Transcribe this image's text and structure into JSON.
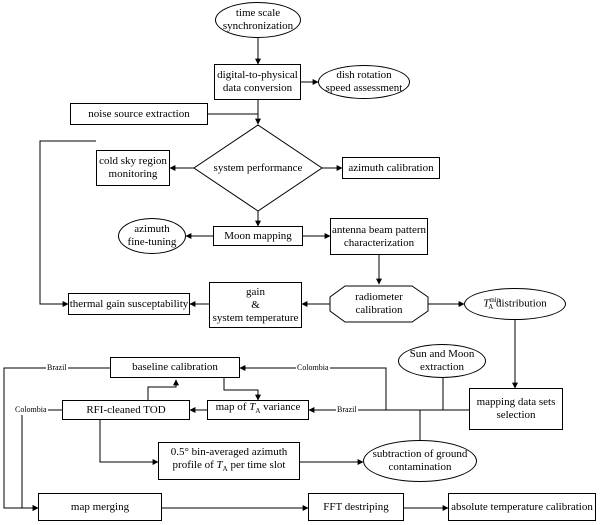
{
  "nodes": {
    "time_sync_l1": "time scale",
    "time_sync_l2": "synchronization",
    "d2p_l1": "digital-to-physical",
    "d2p_l2": "data conversion",
    "dish_l1": "dish rotation",
    "dish_l2": "speed assessment",
    "noise": "noise source extraction",
    "system_performance": "system performance",
    "cold_sky_l1": "cold sky region",
    "cold_sky_l2": "monitoring",
    "azimuth_calibration": "azimuth calibration",
    "azimuth_fine_l1": "azimuth",
    "azimuth_fine_l2": "fine-tuning",
    "moon_mapping": "Moon mapping",
    "beam_l1": "antenna beam pattern",
    "beam_l2": "characterization",
    "thermal_gain": "thermal gain susceptability",
    "gain_l1": "gain",
    "gain_l2": "&",
    "gain_l3": "system temperature",
    "radiometer": "radiometer calibration",
    "tmin_T": "T",
    "tmin_sup": "min",
    "tmin_sub": "A",
    "tmin_text": "distribution",
    "sunmoon_l1": "Sun and Moon",
    "sunmoon_l2": "extraction",
    "baseline": "baseline calibration",
    "rfi": "RFI-cleaned TOD",
    "map_of": "map of",
    "ta_T": "T",
    "ta_sub": "A",
    "variance": "variance",
    "mapping_l1": "mapping data sets",
    "mapping_l2": "selection",
    "binavg_l1": "0.5° bin-averaged azimuth",
    "binavg_pre": "profile of",
    "binavg_post": "per time slot",
    "subtraction_l1": "subtraction of ground",
    "subtraction_l2": "contamination",
    "map_merging": "map merging",
    "fft": "FFT destriping",
    "absolute": "absolute temperature calibration"
  },
  "edge_labels": {
    "brazil_top": "Brazil",
    "colombia_top": "Colombia",
    "colombia_left": "Colombia",
    "brazil_mid": "Brazil"
  }
}
